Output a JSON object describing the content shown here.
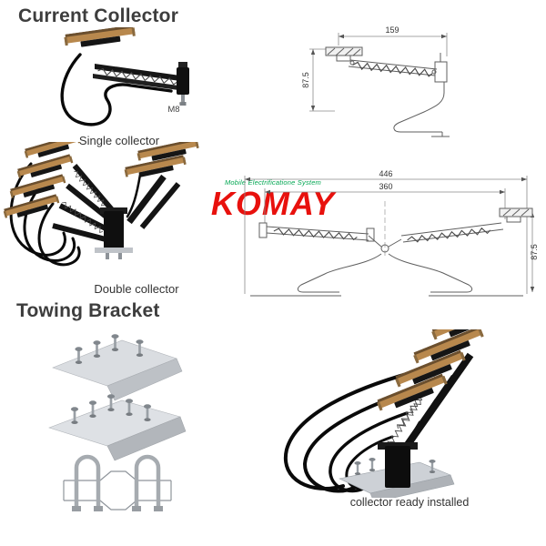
{
  "page": {
    "background": "#ffffff"
  },
  "headings": {
    "current_collector": "Current Collector",
    "towing_bracket": "Towing Bracket"
  },
  "captions": {
    "single_collector": "Single collector",
    "double_collector": "Double collector",
    "installed": "collector ready installed"
  },
  "labels": {
    "bolt_size": "M8"
  },
  "logo": {
    "brand": "KOMAY",
    "tagline": "Mobile Electrificatione System",
    "brand_color": "#e8110d",
    "tagline_color": "#00a651"
  },
  "drawings": {
    "single_view": {
      "width_dim": "159",
      "height_dim": "87.5"
    },
    "double_view": {
      "overall_width_dim": "446",
      "inner_width_dim": "360",
      "height_dim": "87.5"
    }
  },
  "colors": {
    "heading_text": "#3d3d3d",
    "caption_text": "#333333",
    "copper": "#b8884d",
    "carbon": "#6b4f2e",
    "collector_black": "#141414",
    "drawing_line": "#5f5f5f",
    "metal_light": "#dadde1",
    "metal_dark": "#b5b9be"
  }
}
